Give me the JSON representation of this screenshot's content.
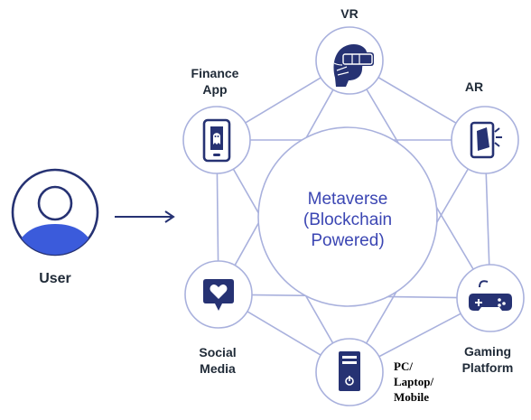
{
  "center": {
    "text_line1": "Metaverse",
    "text_line2": "(Blockchain",
    "text_line3": "Powered)"
  },
  "user": {
    "label": "User"
  },
  "nodes": {
    "vr": {
      "label": "VR"
    },
    "ar": {
      "label": "AR"
    },
    "finance": {
      "label_line1": "Finance",
      "label_line2": "App"
    },
    "social": {
      "label_line1": "Social",
      "label_line2": "Media"
    },
    "gaming": {
      "label_line1": "Gaming",
      "label_line2": "Platform"
    },
    "pc": {
      "label_line1": "PC/",
      "label_line2": "Laptop/",
      "label_line3": "Mobile"
    }
  },
  "colors": {
    "line": "#a9b1dd",
    "icon": "#263273",
    "accent": "#3b5bdb",
    "avatar": "#3b5bdb"
  }
}
